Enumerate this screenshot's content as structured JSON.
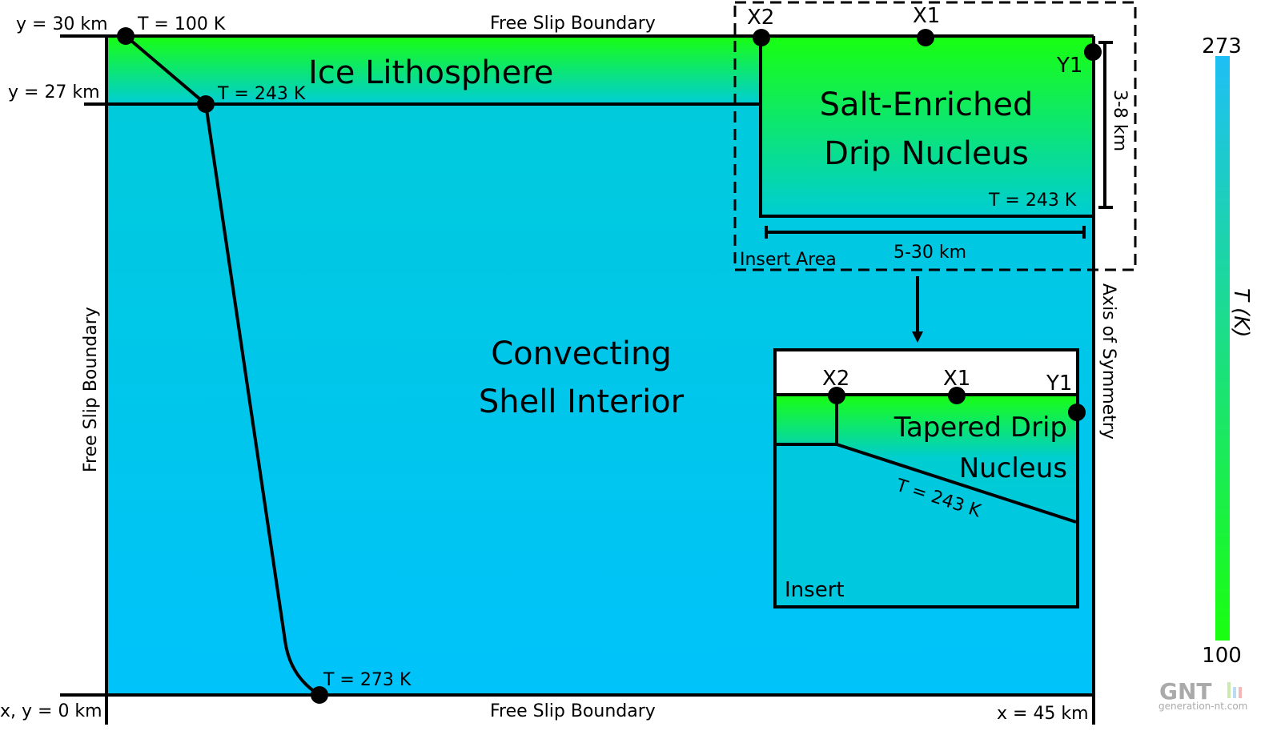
{
  "colors": {
    "green": "#19ff10",
    "teal": "#00cbd8",
    "cyan": "#00c4f7"
  },
  "boundaries": {
    "top": "Free Slip Boundary",
    "bottom": "Free Slip Boundary",
    "left": "Free Slip Boundary",
    "right": "Axis of Symmetry"
  },
  "coords": {
    "y30": "y = 30 km",
    "y27": "y = 27 km",
    "origin": "x, y = 0 km",
    "x45": "x = 45 km"
  },
  "temps": {
    "t100": "T = 100 K",
    "t243": "T = 243 K",
    "t273": "T = 273 K",
    "t243_nucleus": "T = 243 K",
    "t243_insert": "T = 243 K"
  },
  "regions": {
    "lithosphere": "Ice Lithosphere",
    "interior_1": "Convecting",
    "interior_2": "Shell Interior",
    "nucleus_1": "Salt-Enriched",
    "nucleus_2": "Drip Nucleus",
    "tapered_1": "Tapered Drip",
    "tapered_2": "Nucleus"
  },
  "points": {
    "x1": "X1",
    "x2": "X2",
    "y1": "Y1"
  },
  "insert": {
    "area_label": "Insert Area",
    "width": "5-30 km",
    "height": "3-8 km",
    "label": "Insert"
  },
  "colorbar": {
    "max": "273",
    "min": "100",
    "label": "T (K)"
  },
  "watermark": {
    "logo": "GNT",
    "site": "generation-nt.com"
  }
}
